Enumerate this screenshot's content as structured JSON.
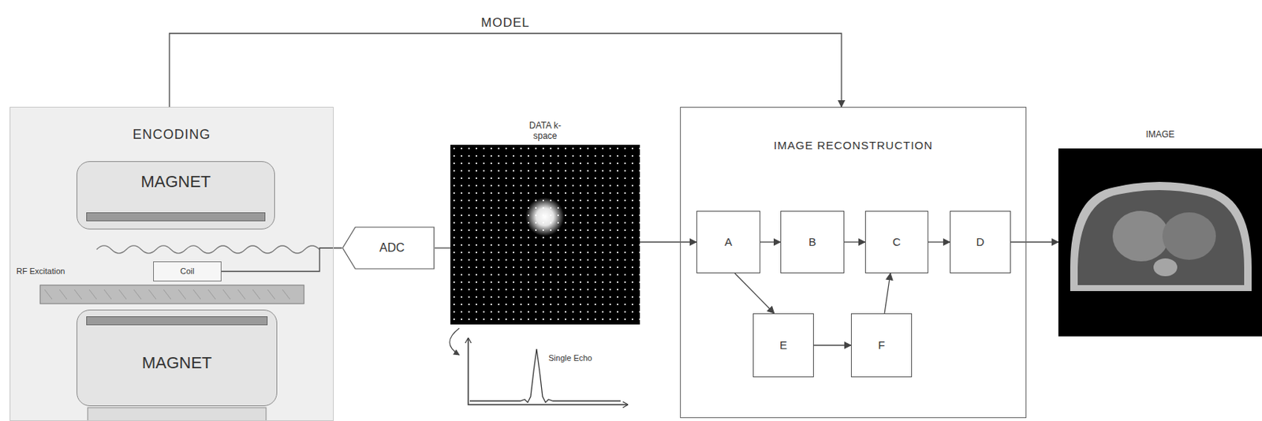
{
  "diagram": {
    "nodes": [
      {
        "text": [
          "ENCODING"
        ]
      },
      {
        "text": [
          "MAGNET"
        ],
        "in": 0
      },
      {
        "text": [
          "Coil"
        ],
        "in": 0
      },
      {
        "text": [
          "MAGNET"
        ],
        "in": 0
      },
      {
        "text": [
          "ADC"
        ]
      },
      {
        "text": [
          "DATA k-space"
        ]
      },
      {
        "text": [
          "IMAGE RECONSTRUCTION"
        ]
      },
      {
        "text": [
          "A"
        ],
        "in": 6
      },
      {
        "text": [
          "B"
        ],
        "in": 6
      },
      {
        "text": [
          "C"
        ],
        "in": 6
      },
      {
        "text": [
          "D"
        ],
        "in": 6
      },
      {
        "text": [
          "E"
        ],
        "in": 6
      },
      {
        "text": [
          "F"
        ],
        "in": 6
      },
      {
        "text": [
          "IMAGE"
        ]
      }
    ],
    "edges": [
      {
        "from": 0,
        "to": 6,
        "label": "MODEL",
        "arrow": "to"
      },
      {
        "from": 2,
        "to": 4,
        "arrow": "none"
      },
      {
        "from": 4,
        "to": 5,
        "arrow": "none"
      },
      {
        "from": 5,
        "to": 7,
        "arrow": "to"
      },
      {
        "from": 7,
        "to": 8,
        "arrow": "to"
      },
      {
        "from": 8,
        "to": 9,
        "arrow": "to"
      },
      {
        "from": 9,
        "to": 10,
        "arrow": "to"
      },
      {
        "from": 7,
        "to": 11,
        "arrow": "to"
      },
      {
        "from": 11,
        "to": 12,
        "arrow": "to"
      },
      {
        "from": 12,
        "to": 9,
        "arrow": "to"
      },
      {
        "from": 10,
        "to": 13,
        "arrow": "to"
      }
    ],
    "labels": [
      "RF Excitation",
      "Single Echo"
    ]
  }
}
